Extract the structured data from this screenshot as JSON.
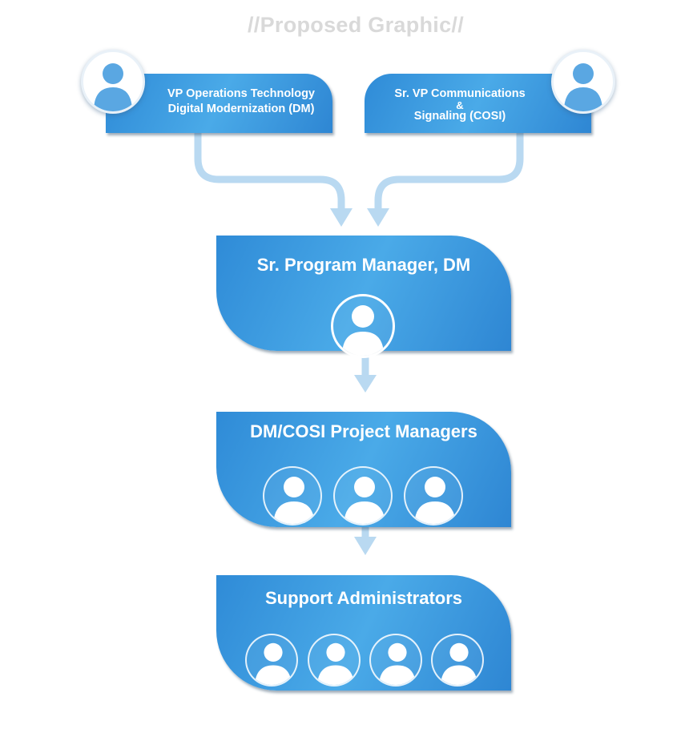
{
  "title": "//Proposed Graphic//",
  "top_roles": [
    {
      "name_lines": [
        "VP Operations Technology",
        "Digital Modernization (DM)"
      ],
      "icon": "person-icon"
    },
    {
      "name_lines": [
        "Sr. VP Communications",
        "&",
        "Signaling (COSI)"
      ],
      "icon": "person-icon"
    }
  ],
  "program_manager": {
    "label": "Sr. Program Manager, DM",
    "headcount": 1
  },
  "project_managers": {
    "label": "DM/COSI Project Managers",
    "headcount": 3
  },
  "support_admins": {
    "label": "Support Administrators",
    "headcount": 4
  },
  "colors": {
    "box_blue": "#3d9be0",
    "connector_blue": "#b9d9f1",
    "title_gray": "#d9d9d9",
    "avatar_blue": "#5aa7e2"
  }
}
